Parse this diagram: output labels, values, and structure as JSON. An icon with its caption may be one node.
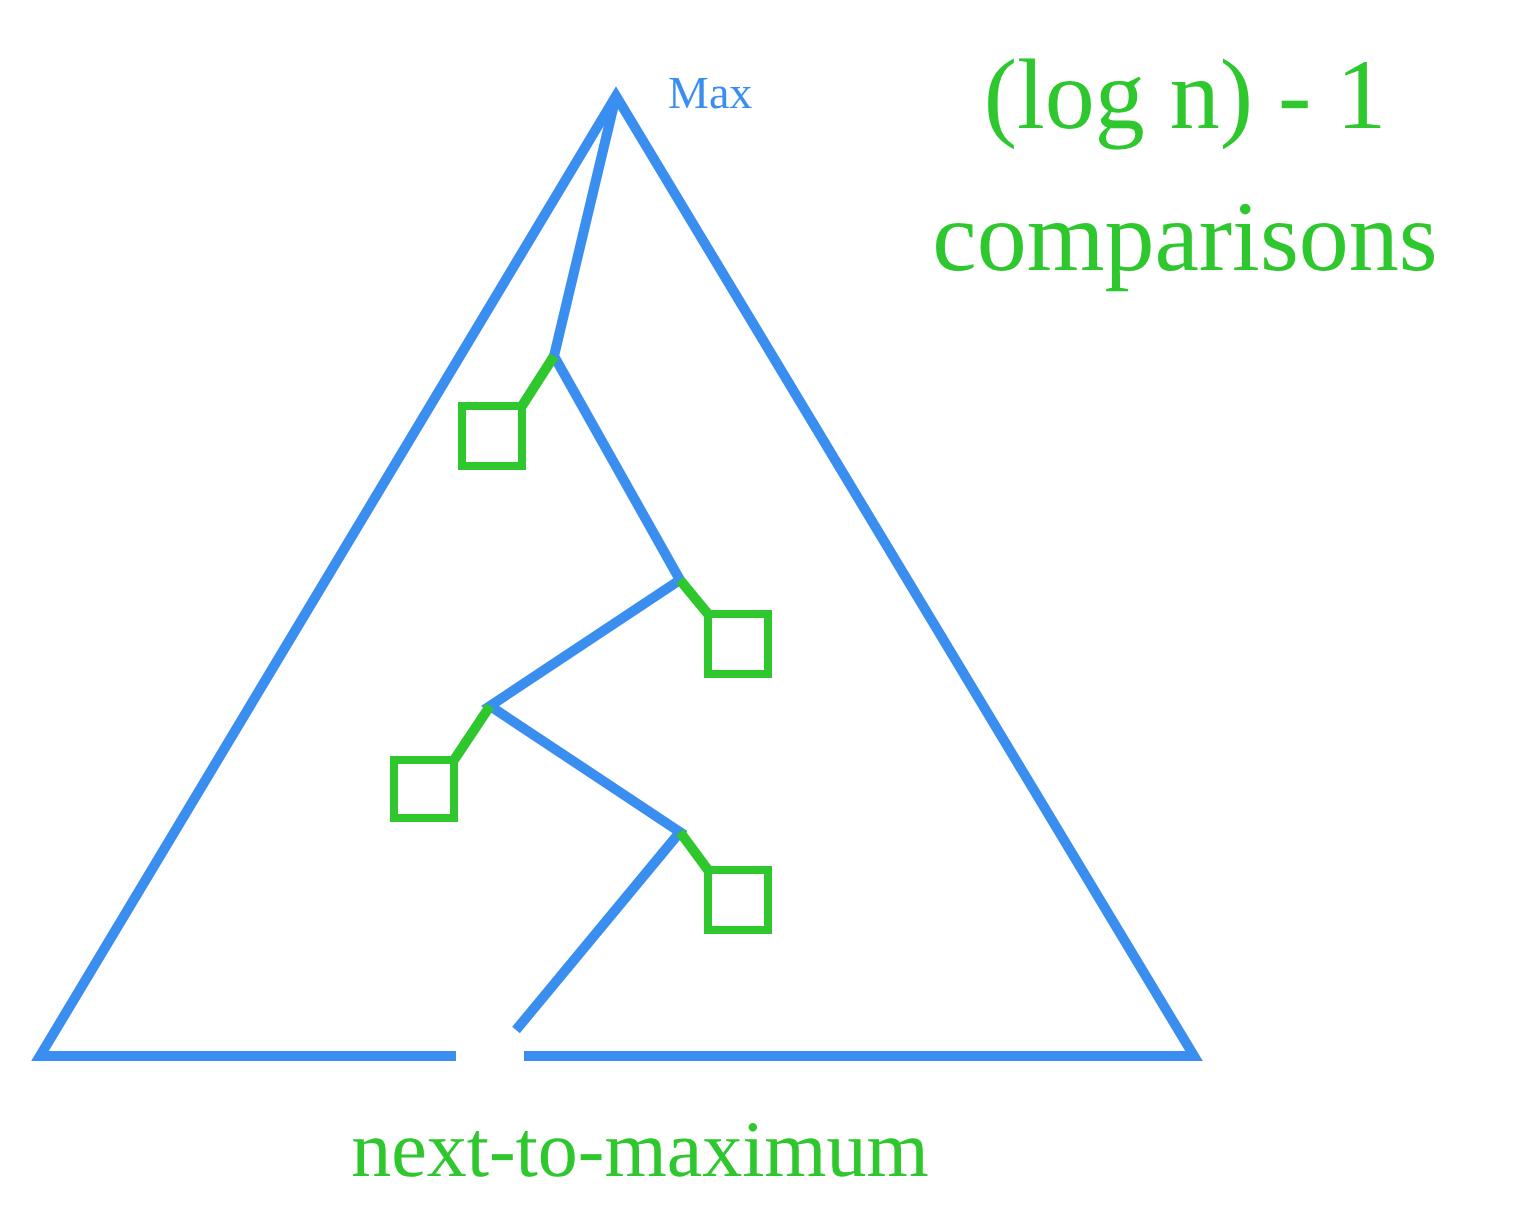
{
  "diagram": {
    "nodes": [
      {
        "text": [],
        "shape": "triangle"
      },
      {
        "text": [],
        "shape": "box",
        "in": 0
      },
      {
        "text": [],
        "shape": "box",
        "in": 0
      },
      {
        "text": [],
        "shape": "box",
        "in": 0
      },
      {
        "text": [],
        "shape": "box",
        "in": 0
      }
    ],
    "edges": [
      {
        "from": null,
        "to": 1,
        "arrow": "none"
      },
      {
        "from": null,
        "to": 2,
        "arrow": "none"
      },
      {
        "from": null,
        "to": 3,
        "arrow": "none"
      },
      {
        "from": null,
        "to": 4,
        "arrow": "none"
      }
    ],
    "labels": [
      "Max",
      "(log n) - 1 comparisons",
      "next-to-maximum"
    ]
  }
}
